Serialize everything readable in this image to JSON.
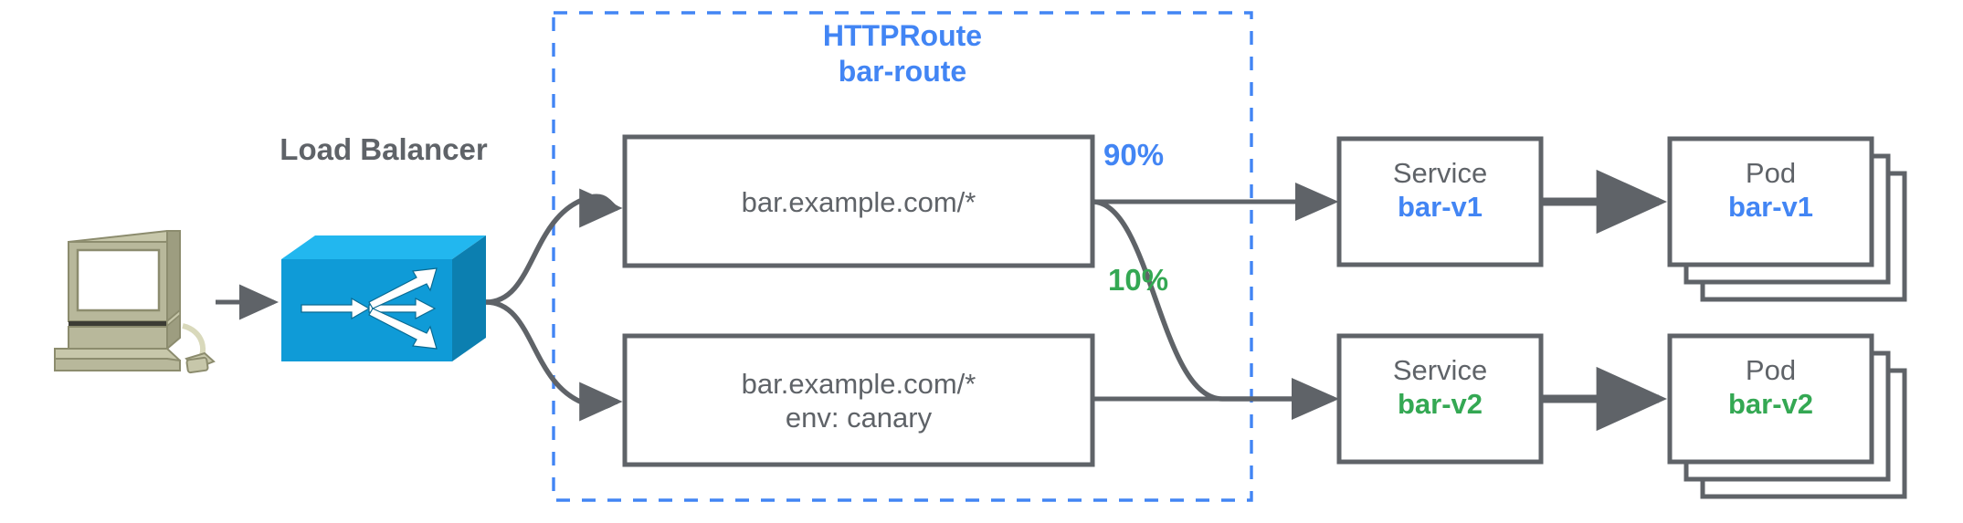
{
  "diagram": {
    "title": "HTTPRoute traffic split diagram",
    "colors": {
      "blue": "#4285f4",
      "green": "#34a853",
      "gray_stroke": "#5f6368",
      "lb_blue": "#0f9bd7",
      "lb_blue_dark": "#0c7fb0",
      "lb_blue_light": "#22b7ef",
      "computer_beige": "#b5b596"
    },
    "client": {
      "icon": "desktop-computer-icon"
    },
    "load_balancer": {
      "label": "Load Balancer",
      "icon": "network-switch-icon"
    },
    "httproute": {
      "kind_label": "HTTPRoute",
      "name_label": "bar-route"
    },
    "rules": [
      {
        "id": "rule-primary",
        "lines": [
          "bar.example.com/*"
        ]
      },
      {
        "id": "rule-canary",
        "lines": [
          "bar.example.com/*",
          "env: canary"
        ]
      }
    ],
    "weights": [
      {
        "id": "weight-90",
        "value": "90%",
        "color": "#4285f4"
      },
      {
        "id": "weight-10",
        "value": "10%",
        "color": "#34a853"
      }
    ],
    "services": [
      {
        "id": "service-bar-v1",
        "kind": "Service",
        "name": "bar-v1",
        "color": "#4285f4"
      },
      {
        "id": "service-bar-v2",
        "kind": "Service",
        "name": "bar-v2",
        "color": "#34a853"
      }
    ],
    "pods": [
      {
        "id": "pod-bar-v1",
        "kind": "Pod",
        "name": "bar-v1",
        "color": "#4285f4",
        "stack_count": 3
      },
      {
        "id": "pod-bar-v2",
        "kind": "Pod",
        "name": "bar-v2",
        "color": "#34a853",
        "stack_count": 3
      }
    ]
  }
}
